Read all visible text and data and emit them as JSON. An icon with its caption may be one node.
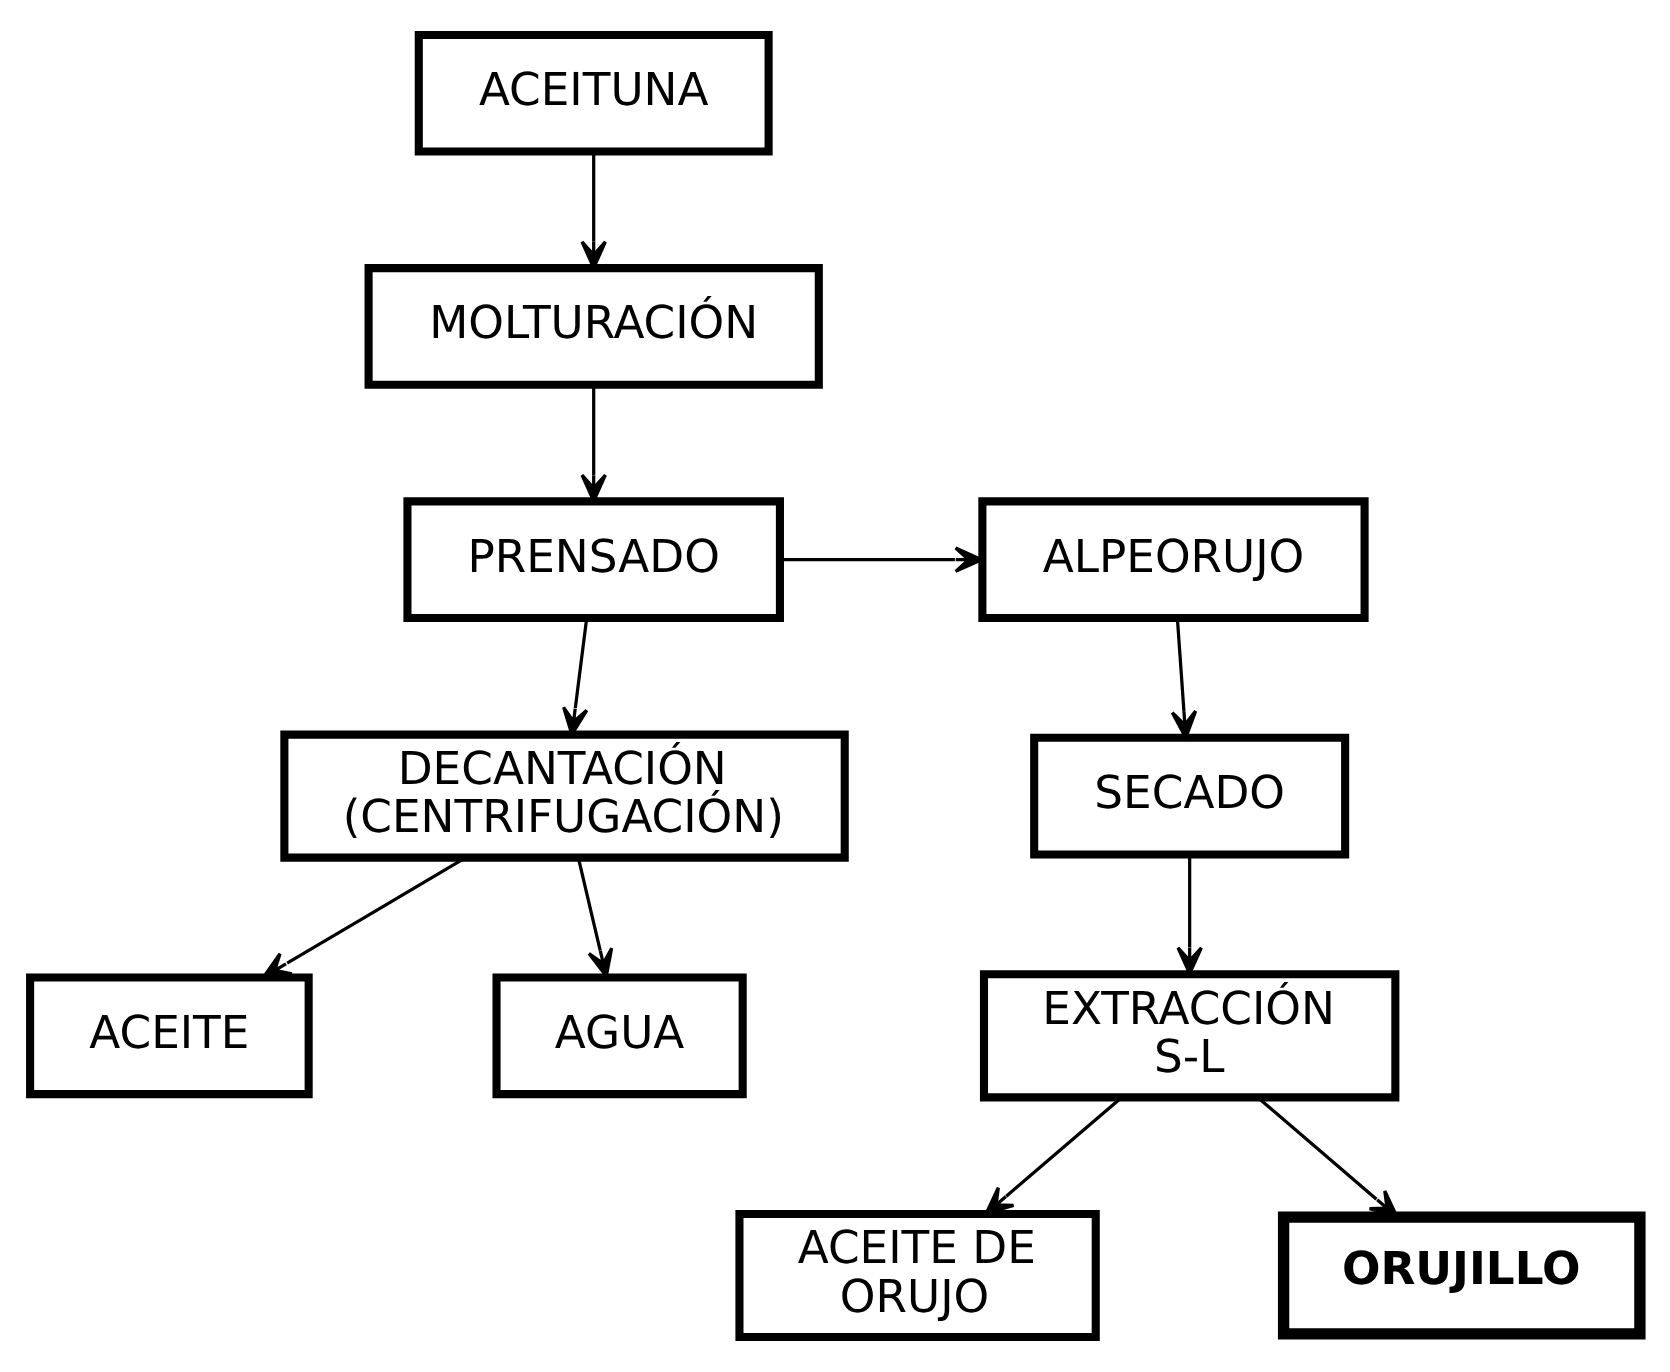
{
  "diagram": {
    "nodes": [
      {
        "text": [
          "ACEITUNA"
        ]
      },
      {
        "text": [
          "MOLTURACIÓN"
        ]
      },
      {
        "text": [
          "PRENSADO"
        ]
      },
      {
        "text": [
          "ALPEORUJO"
        ]
      },
      {
        "text": [
          "DECANTACIÓN (CENTRIFUGACIÓN)"
        ]
      },
      {
        "text": [
          "SECADO"
        ]
      },
      {
        "text": [
          "ACEITE"
        ]
      },
      {
        "text": [
          "AGUA"
        ]
      },
      {
        "text": [
          "EXTRACCIÓN S-L"
        ]
      },
      {
        "text": [
          "ACEITE DE ORUJO"
        ]
      },
      {
        "text": [
          "ORUJILLO"
        ]
      }
    ],
    "edges": [
      {
        "from": 0,
        "to": 1,
        "arrow": "to"
      },
      {
        "from": 1,
        "to": 2,
        "arrow": "to"
      },
      {
        "from": 2,
        "to": 3,
        "arrow": "to"
      },
      {
        "from": 2,
        "to": 4,
        "arrow": "to"
      },
      {
        "from": 3,
        "to": 5,
        "arrow": "to"
      },
      {
        "from": 4,
        "to": 6,
        "arrow": "to"
      },
      {
        "from": 4,
        "to": 7,
        "arrow": "to"
      },
      {
        "from": 5,
        "to": 8,
        "arrow": "to"
      },
      {
        "from": 8,
        "to": 9,
        "arrow": "to"
      },
      {
        "from": 8,
        "to": 10,
        "arrow": "to"
      }
    ]
  }
}
